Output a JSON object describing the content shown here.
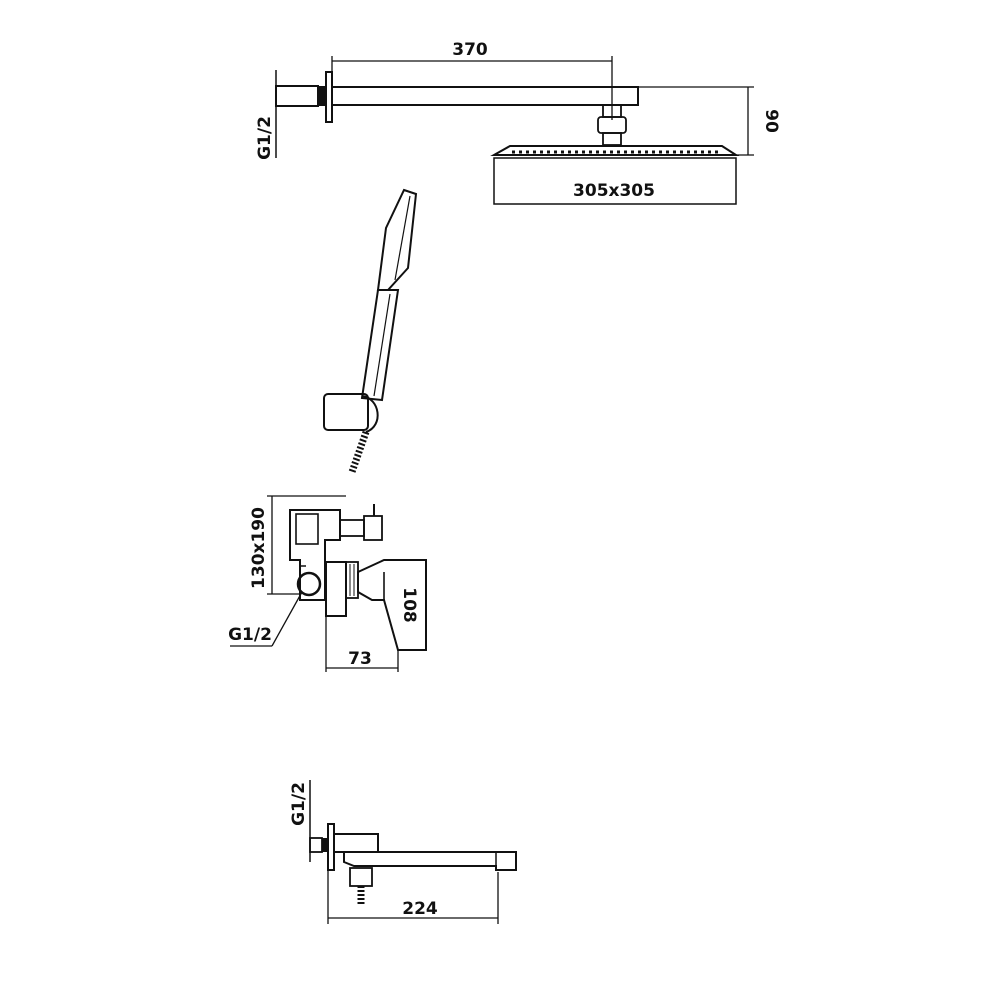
{
  "diagram": {
    "shower_arm": {
      "thread_label": "G1/2",
      "arm_length": "370",
      "drop_height": "90",
      "head_size": "305x305"
    },
    "hand_shower": {},
    "mixer_valve": {
      "box_size": "130x190",
      "thread_label": "G1/2",
      "projection": "73",
      "handle_height": "108"
    },
    "spout": {
      "thread_label": "G1/2",
      "length": "224"
    }
  }
}
